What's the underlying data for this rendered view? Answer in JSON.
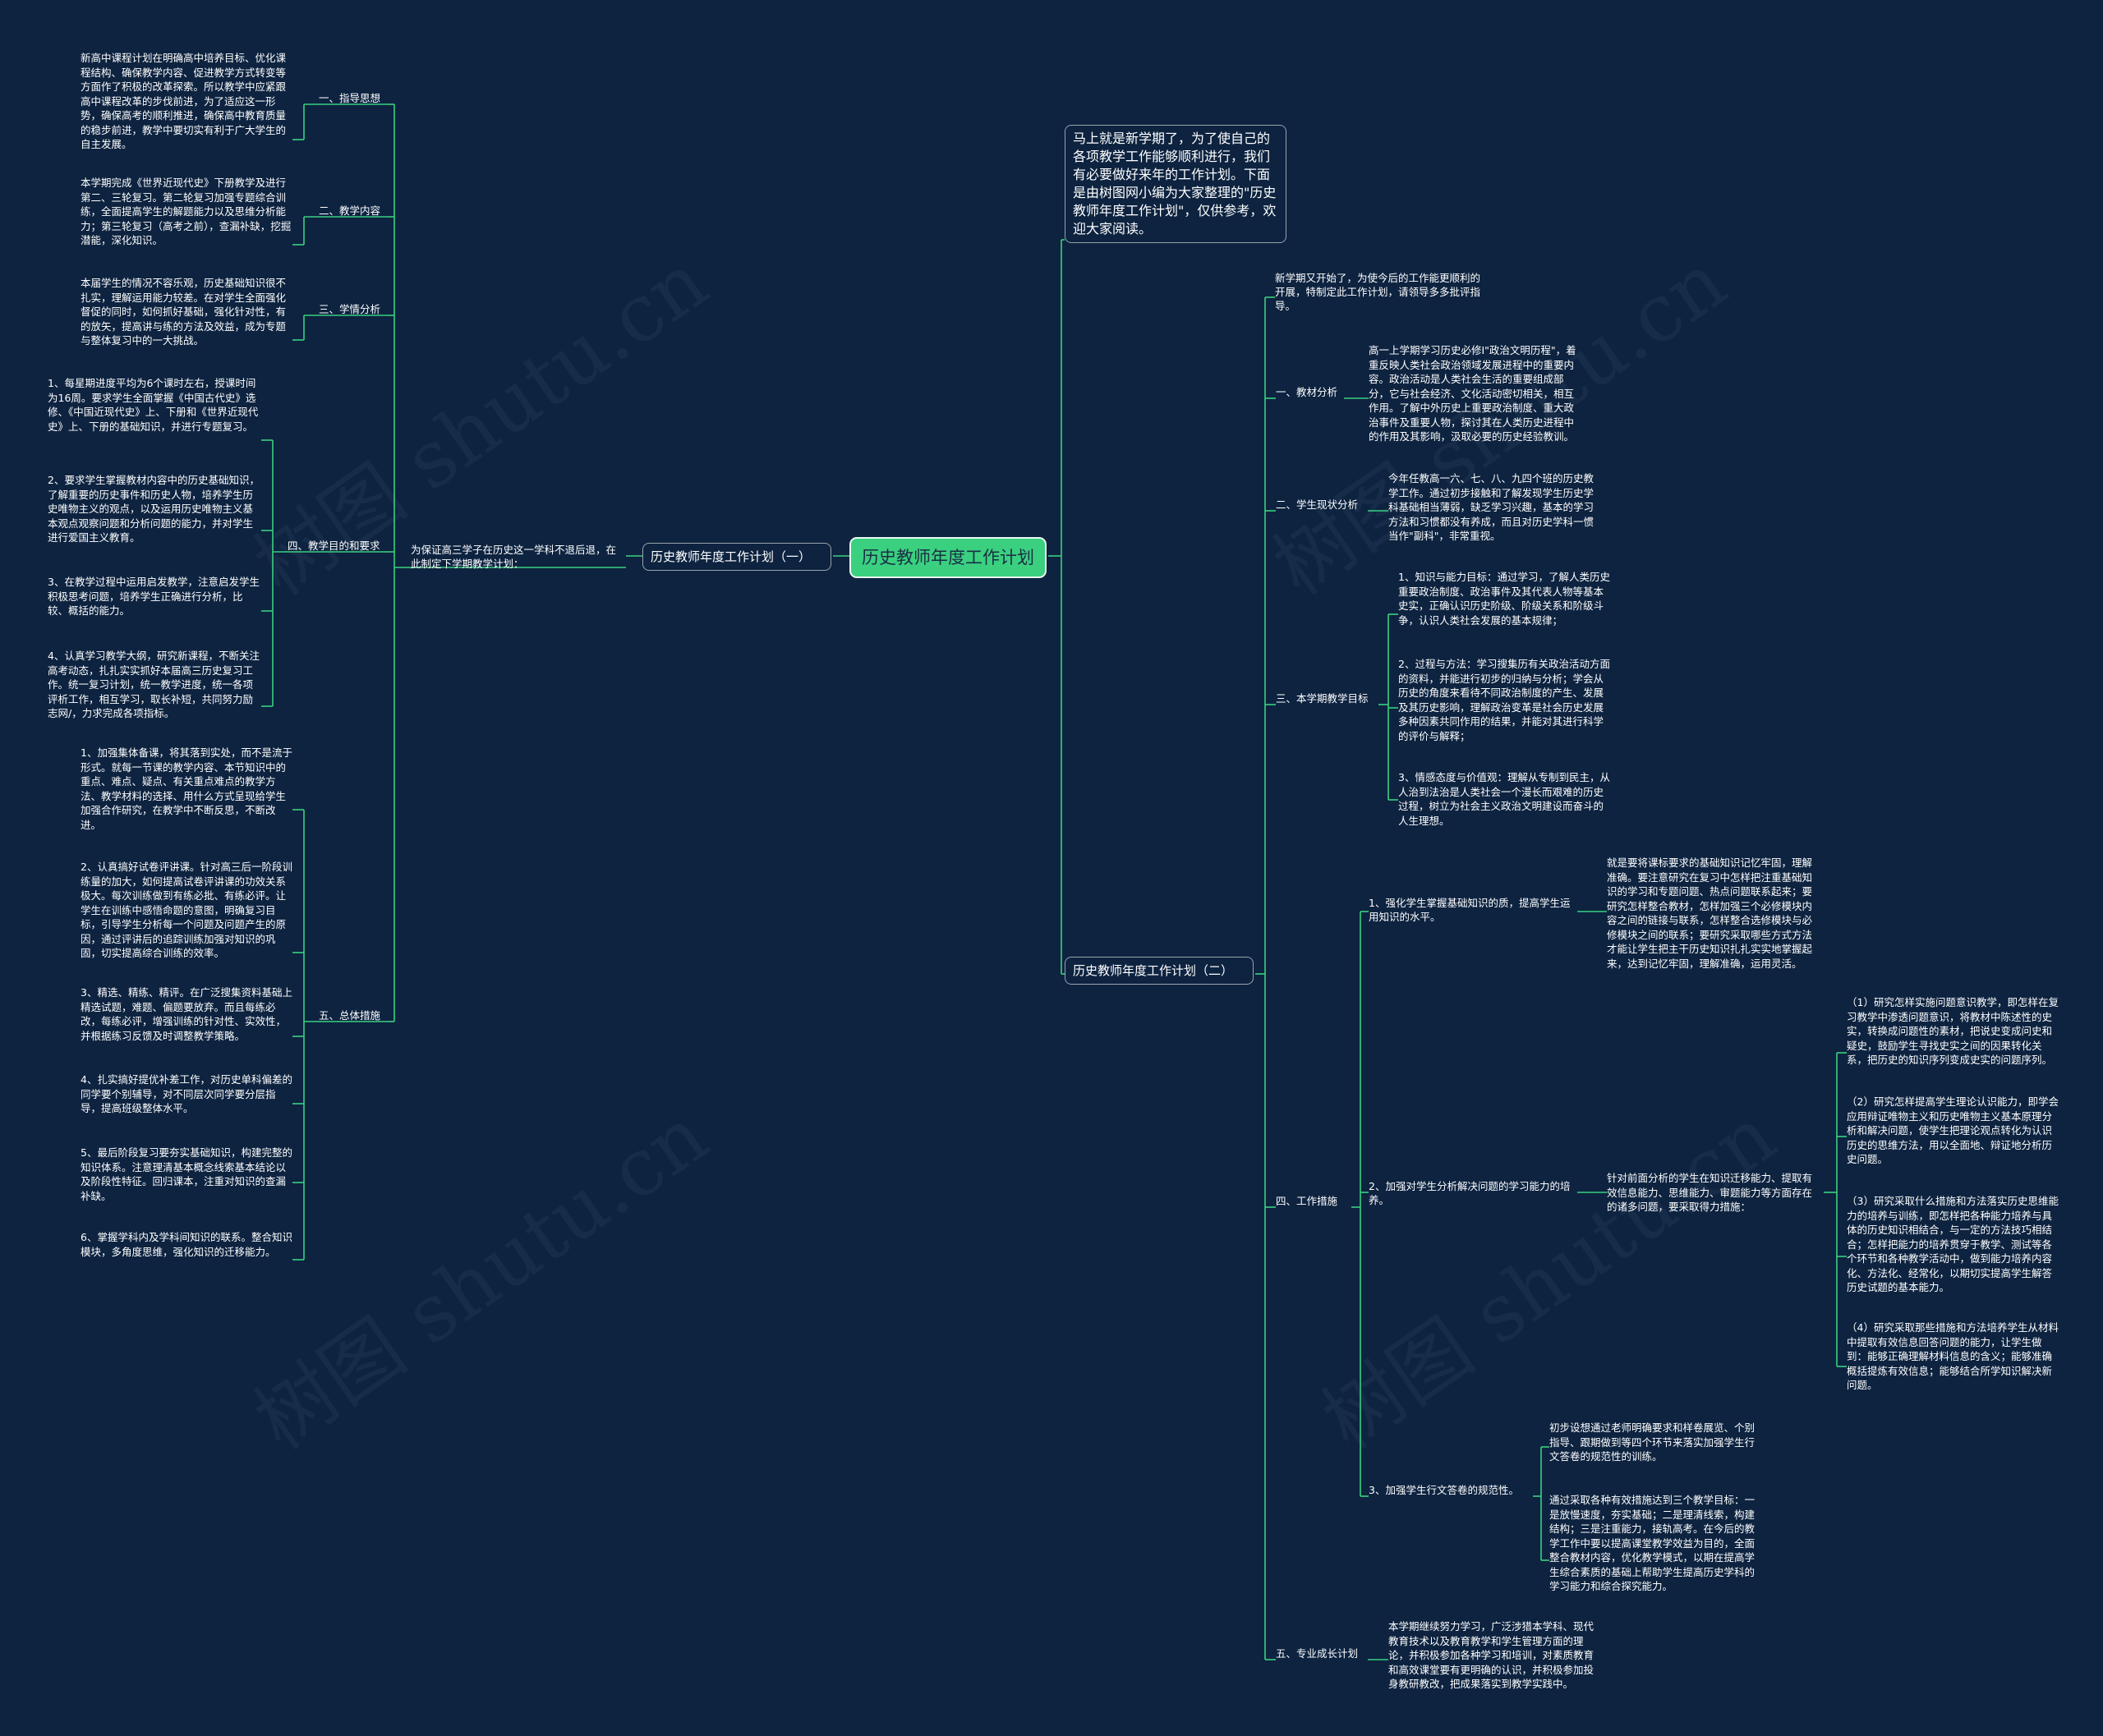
{
  "watermark": "树图 shutu.cn",
  "colors": {
    "background": "#0d2340",
    "connector": "#3ad07f",
    "root_fill": "#3ad07f",
    "box_border": "#9aa4ae"
  },
  "root": "历史教师年度工作计划",
  "intro": "马上就是新学期了，为了使自己的各项教学工作能够顺利进行，我们有必要做好来年的工作计划。下面是由树图网小编为大家整理的\"历史教师年度工作计划\"，仅供参考，欢迎大家阅读。",
  "plan1": {
    "title": "历史教师年度工作计划（一）",
    "lead": "为保证高三学子在历史这一学科不退后退，在此制定下学期教学计划：",
    "s1": {
      "label": "一、指导思想",
      "text": "新高中课程计划在明确高中培养目标、优化课程结构、确保教学内容、促进教学方式转变等方面作了积极的改革探索。所以教学中应紧跟高中课程改革的步伐前进，为了适应这一形势，确保高考的顺利推进，确保高中教育质量的稳步前进，教学中要切实有利于广大学生的自主发展。"
    },
    "s2": {
      "label": "二、教学内容",
      "text": "本学期完成《世界近现代史》下册教学及进行第二、三轮复习。第二轮复习加强专题综合训练，全面提高学生的解题能力以及思维分析能力；第三轮复习（高考之前），查漏补缺，挖掘潜能，深化知识。"
    },
    "s3": {
      "label": "三、学情分析",
      "text": "本届学生的情况不容乐观，历史基础知识很不扎实，理解运用能力较差。在对学生全面强化督促的同时，如何抓好基础，强化针对性，有的放矢，提高讲与练的方法及效益，成为专题与整体复习中的一大挑战。"
    },
    "s4": {
      "label": "四、教学目的和要求",
      "items": [
        "1、每星期进度平均为6个课时左右，授课时间为16周。要求学生全面掌握《中国古代史》选修、《中国近现代史》上、下册和《世界近现代史》上、下册的基础知识，并进行专题复习。",
        "2、要求学生掌握教材内容中的历史基础知识，了解重要的历史事件和历史人物，培养学生历史唯物主义的观点，以及运用历史唯物主义基本观点观察问题和分析问题的能力，并对学生进行爱国主义教育。",
        "3、在教学过程中运用启发教学，注意启发学生积极思考问题，培养学生正确进行分析，比较、概括的能力。",
        "4、认真学习教学大纲，研究新课程，不断关注高考动态，扎扎实实抓好本届高三历史复习工作。统一复习计划，统一教学进度，统一各项评析工作，相互学习，取长补短，共同努力励志网/，力求完成各项指标。"
      ]
    },
    "s5": {
      "label": "五、总体措施",
      "items": [
        "1、加强集体备课，将其落到实处，而不是流于形式。就每一节课的教学内容、本节知识中的重点、难点、疑点、有关重点难点的教学方法、教学材料的选择、用什么方式呈现给学生加强合作研究，在教学中不断反思，不断改进。",
        "2、认真搞好试卷评讲课。针对高三后一阶段训练量的加大，如何提高试卷评讲课的功效关系极大。每次训练做到有练必批、有练必评。让学生在训练中感悟命题的意图，明确复习目标，引导学生分析每一个问题及问题产生的原因，通过评讲后的追踪训练加强对知识的巩固，切实提高综合训练的效率。",
        "3、精选、精练、精评。在广泛搜集资料基础上精选试题，难题、偏题要放弃。而且每练必改，每练必评，增强训练的针对性、实效性，并根据练习反馈及时调整教学策略。",
        "4、扎实搞好提优补差工作，对历史单科偏差的同学要个别辅导，对不同层次同学要分层指导，提高班级整体水平。",
        "5、最后阶段复习要夯实基础知识，构建完整的知识体系。注意理清基本概念线索基本结论以及阶段性特征。回归课本，注重对知识的查漏补缺。",
        "6、掌握学科内及学科间知识的联系。整合知识模块，多角度思维，强化知识的迁移能力。"
      ]
    }
  },
  "plan2": {
    "title": "历史教师年度工作计划（二）",
    "lead": "新学期又开始了，为使今后的工作能更顺利的开展，特制定此工作计划，请领导多多批评指导。",
    "s1": {
      "label": "一、教材分析",
      "text": "高一上学期学习历史必修Ⅰ\"政治文明历程\"，着重反映人类社会政治领域发展进程中的重要内容。政治活动是人类社会生活的重要组成部分，它与社会经济、文化活动密切相关，相互作用。了解中外历史上重要政治制度、重大政治事件及重要人物，探讨其在人类历史进程中的作用及其影响，汲取必要的历史经验教训。"
    },
    "s2": {
      "label": "二、学生现状分析",
      "text": "今年任教高一六、七、八、九四个班的历史教学工作。通过初步接触和了解发现学生历史学科基础相当薄弱，缺乏学习兴趣，基本的学习方法和习惯都没有养成，而且对历史学科一惯当作\"副科\"，非常重视。"
    },
    "s3": {
      "label": "三、本学期教学目标",
      "items": [
        "1、知识与能力目标：通过学习，了解人类历史重要政治制度、政治事件及其代表人物等基本史实，正确认识历史阶级、阶级关系和阶级斗争，认识人类社会发展的基本规律；",
        "2、过程与方法：学习搜集历有关政治活动方面的资料，并能进行初步的归纳与分析；学会从历史的角度来看待不同政治制度的产生、发展及其历史影响，理解政治变革是社会历史发展多种因素共同作用的结果，并能对其进行科学的评价与解释；",
        "3、情感态度与价值观：理解从专制到民主，从人治到法治是人类社会一个漫长而艰难的历史过程，树立为社会主义政治文明建设而奋斗的人生理想。"
      ]
    },
    "s4": {
      "label": "四、工作措施",
      "m1": {
        "label": "1、强化学生掌握基础知识的质，提高学生运用知识的水平。",
        "text": "就是要将课标要求的基础知识记忆牢固，理解准确。要注意研究在复习中怎样把注重基础知识的学习和专题问题、热点问题联系起来；要研究怎样整合教材，怎样加强三个必修模块内容之间的链接与联系，怎样整合选修模块与必修模块之间的联系；要研究采取哪些方式方法才能让学生把主干历史知识扎扎实实地掌握起来，达到记忆牢固，理解准确，运用灵活。"
      },
      "m2": {
        "label": "2、加强对学生分析解决问题的学习能力的培养。",
        "text": "针对前面分析的学生在知识迁移能力、提取有效信息能力、思维能力、审题能力等方面存在的诸多问题，要采取得力措施：",
        "items": [
          "（1）研究怎样实施问题意识教学，即怎样在复习教学中渗透问题意识，将教材中陈述性的史实，转换成问题性的素材，把说史变成问史和疑史，鼓励学生寻找史实之间的因果转化关系，把历史的知识序列变成史实的问题序列。",
          "（2）研究怎样提高学生理论认识能力，即学会应用辩证唯物主义和历史唯物主义基本原理分析和解决问题，使学生把理论观点转化为认识历史的思维方法，用以全面地、辩证地分析历史问题。",
          "（3）研究采取什么措施和方法落实历史思维能力的培养与训练，即怎样把各种能力培养与具体的历史知识相结合，与一定的方法技巧相结合；怎样把能力的培养贯穿于教学、测试等各个环节和各种教学活动中，做到能力培养内容化、方法化、经常化，以期切实提高学生解答历史试题的基本能力。",
          "（4）研究采取那些措施和方法培养学生从材料中提取有效信息回答问题的能力，让学生做到：能够正确理解材料信息的含义；能够准确概括提炼有效信息；能够结合所学知识解决新问题。"
        ]
      },
      "m3": {
        "label": "3、加强学生行文答卷的规范性。",
        "items": [
          "初步设想通过老师明确要求和样卷展览、个别指导、跟期做到等四个环节来落实加强学生行文答卷的规范性的训练。",
          "通过采取各种有效措施达到三个教学目标：一是放慢速度，夯实基础；二是理清线索，构建结构；三是注重能力，接轨高考。在今后的教学工作中要以提高课堂教学效益为目的，全面整合教材内容，优化教学模式，以期在提高学生综合素质的基础上帮助学生提高历史学科的学习能力和综合探究能力。"
        ]
      }
    },
    "s5": {
      "label": "五、专业成长计划",
      "text": "本学期继续努力学习，广泛涉猎本学科、现代教育技术以及教育教学和学生管理方面的理论，并积极参加各种学习和培训，对素质教育和高效课堂要有更明确的认识，并积极参加投身教研教改，把成果落实到教学实践中。"
    }
  }
}
